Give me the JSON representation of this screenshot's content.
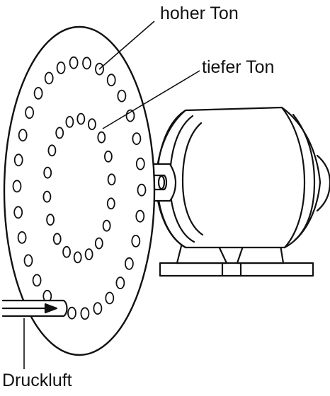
{
  "labels": {
    "high_tone": "hoher Ton",
    "low_tone": "tiefer Ton",
    "compressed_air": "Druckluft"
  },
  "parts": {
    "disc": "siren-disc",
    "motor": "electric-motor",
    "nozzle": "air-nozzle"
  },
  "colors": {
    "line": "#111111",
    "background": "#ffffff"
  },
  "hole_rings": {
    "outer_count": 30,
    "inner_count": 18
  }
}
